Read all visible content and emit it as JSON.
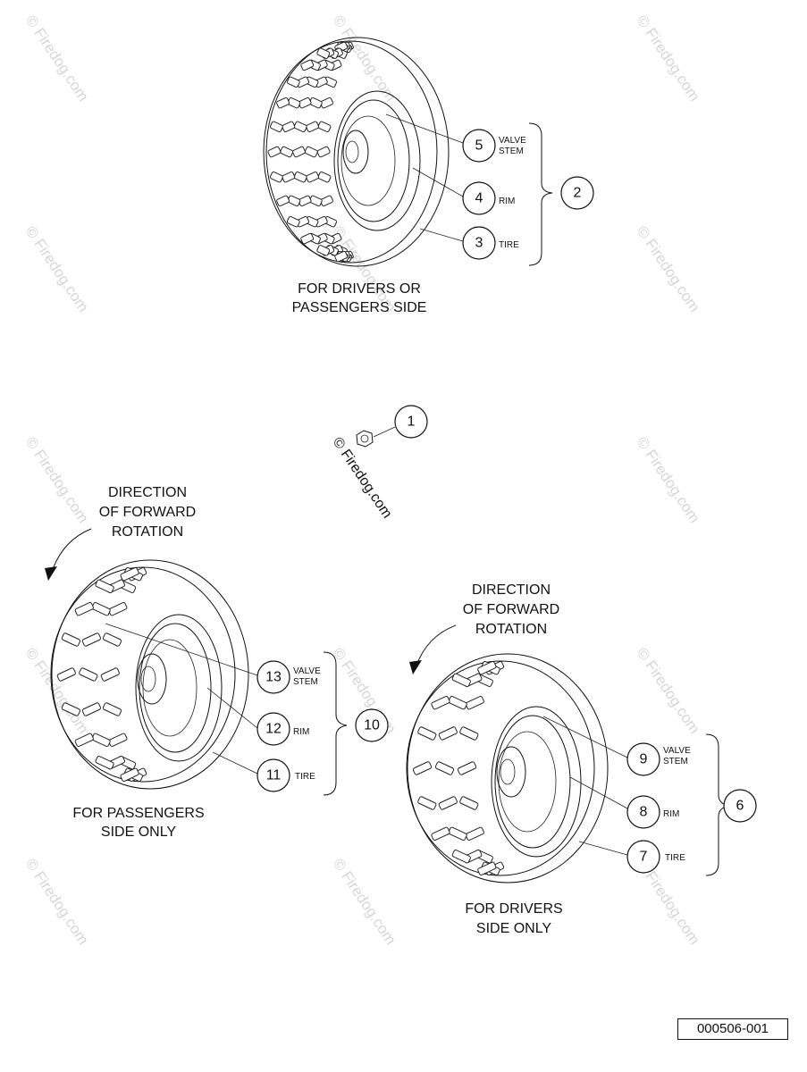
{
  "diagram": {
    "top_wheel": {
      "caption": [
        "FOR DRIVERS OR",
        "PASSENGERS SIDE"
      ],
      "group_callout": "2",
      "parts": [
        {
          "num": "5",
          "label": [
            "VALVE",
            "STEM"
          ]
        },
        {
          "num": "4",
          "label": [
            "RIM"
          ]
        },
        {
          "num": "3",
          "label": [
            "TIRE"
          ]
        }
      ]
    },
    "nut": {
      "callout": "1"
    },
    "left_wheel": {
      "rotation_label": [
        "DIRECTION",
        "OF FORWARD",
        "ROTATION"
      ],
      "caption": [
        "FOR PASSENGERS",
        "SIDE ONLY"
      ],
      "group_callout": "10",
      "parts": [
        {
          "num": "13",
          "label": [
            "VALVE",
            "STEM"
          ]
        },
        {
          "num": "12",
          "label": [
            "RIM"
          ]
        },
        {
          "num": "11",
          "label": [
            "TIRE"
          ]
        }
      ]
    },
    "right_wheel": {
      "rotation_label": [
        "DIRECTION",
        "OF FORWARD",
        "ROTATION"
      ],
      "caption": [
        "FOR DRIVERS",
        "SIDE ONLY"
      ],
      "group_callout": "6",
      "parts": [
        {
          "num": "9",
          "label": [
            "VALVE",
            "STEM"
          ]
        },
        {
          "num": "8",
          "label": [
            "RIM"
          ]
        },
        {
          "num": "7",
          "label": [
            "TIRE"
          ]
        }
      ]
    }
  },
  "watermark": "© Firedog.com",
  "drawing_number": "000506-001"
}
